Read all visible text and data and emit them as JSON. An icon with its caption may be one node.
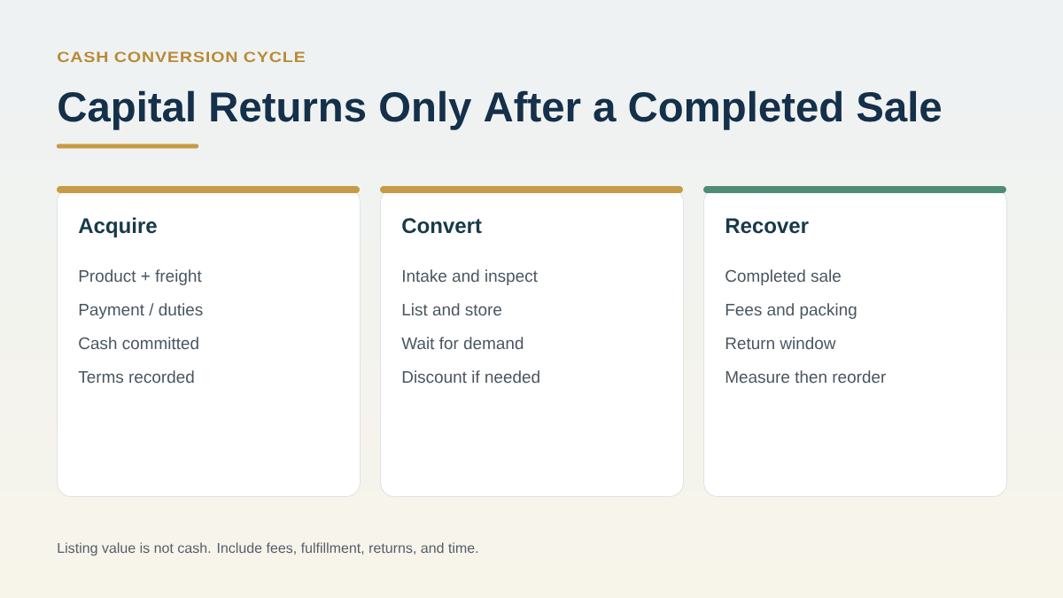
{
  "diagram": {
    "title": "Capital Returns Only After a Completed Sale",
    "caption": "Listing value is not cash. Include fees, fulfillment, returns, and time.",
    "nodes": [
      {
        "text": [
          "Acquire",
          "Product + freight",
          "Payment / duties",
          "Cash committed",
          "Terms recorded"
        ]
      },
      {
        "text": [
          "Convert",
          "Intake and inspect",
          "List and store",
          "Wait for demand",
          "Discount if needed"
        ]
      },
      {
        "text": [
          "Recover",
          "Completed sale",
          "Fees and packing",
          "Return window",
          "Measure then reorder"
        ]
      }
    ],
    "labels": [
      "CASH CONVERSION CYCLE"
    ]
  }
}
